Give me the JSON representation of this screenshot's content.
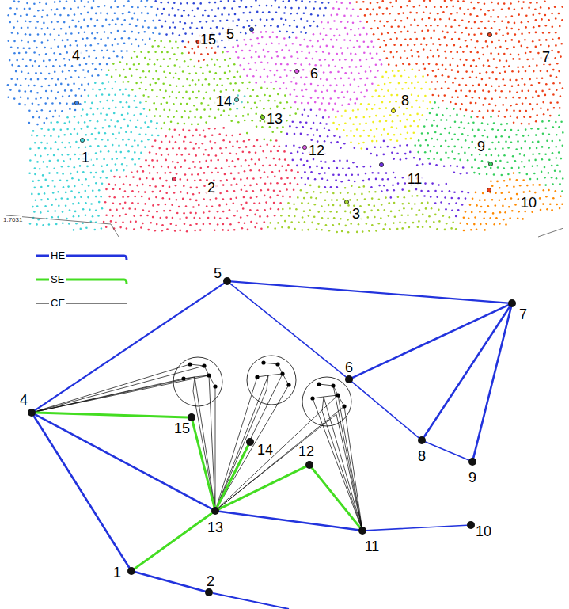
{
  "diagram": {
    "nodes": [
      {
        "text": [
          "5"
        ]
      },
      {
        "text": [
          "7"
        ]
      },
      {
        "text": [
          "6"
        ]
      },
      {
        "text": [
          "4"
        ]
      },
      {
        "text": [
          "15"
        ]
      },
      {
        "text": [
          "8"
        ]
      },
      {
        "text": [
          "14"
        ]
      },
      {
        "text": [
          "9"
        ]
      },
      {
        "text": [
          "12"
        ]
      },
      {
        "text": [
          "13"
        ]
      },
      {
        "text": [
          "10"
        ]
      },
      {
        "text": [
          "11"
        ]
      },
      {
        "text": [
          "1"
        ]
      },
      {
        "text": [
          "2"
        ]
      }
    ],
    "edges": [
      {
        "from": 0,
        "to": 3,
        "arrow": "none"
      },
      {
        "from": 0,
        "to": 1,
        "arrow": "none"
      },
      {
        "from": 0,
        "to": 2,
        "arrow": "none"
      },
      {
        "from": 2,
        "to": 1,
        "arrow": "none"
      },
      {
        "from": 2,
        "to": 5,
        "arrow": "none"
      },
      {
        "from": 5,
        "to": 1,
        "arrow": "none"
      },
      {
        "from": 7,
        "to": 1,
        "arrow": "none"
      },
      {
        "from": 5,
        "to": 7,
        "arrow": "none"
      },
      {
        "from": 3,
        "to": 9,
        "arrow": "none"
      },
      {
        "from": 9,
        "to": 11,
        "arrow": "none"
      },
      {
        "from": 11,
        "to": 10,
        "arrow": "none"
      },
      {
        "from": 3,
        "to": 12,
        "arrow": "none"
      },
      {
        "from": 12,
        "to": 13,
        "arrow": "none"
      },
      {
        "from": 3,
        "to": 4,
        "arrow": "none"
      },
      {
        "from": 4,
        "to": 9,
        "arrow": "none"
      },
      {
        "from": 6,
        "to": 9,
        "arrow": "none"
      },
      {
        "from": 9,
        "to": 8,
        "arrow": "none"
      },
      {
        "from": 8,
        "to": 11,
        "arrow": "none"
      },
      {
        "from": 12,
        "to": 9,
        "arrow": "none"
      }
    ],
    "labels": [
      "5",
      "15",
      "4",
      "7",
      "6",
      "8",
      "14",
      "13",
      "9",
      "12",
      "1",
      "11",
      "2",
      "10",
      "3",
      "1.7631"
    ],
    "legend": [
      {
        "text": "HE"
      },
      {
        "text": "SE"
      },
      {
        "text": "CE"
      }
    ]
  }
}
